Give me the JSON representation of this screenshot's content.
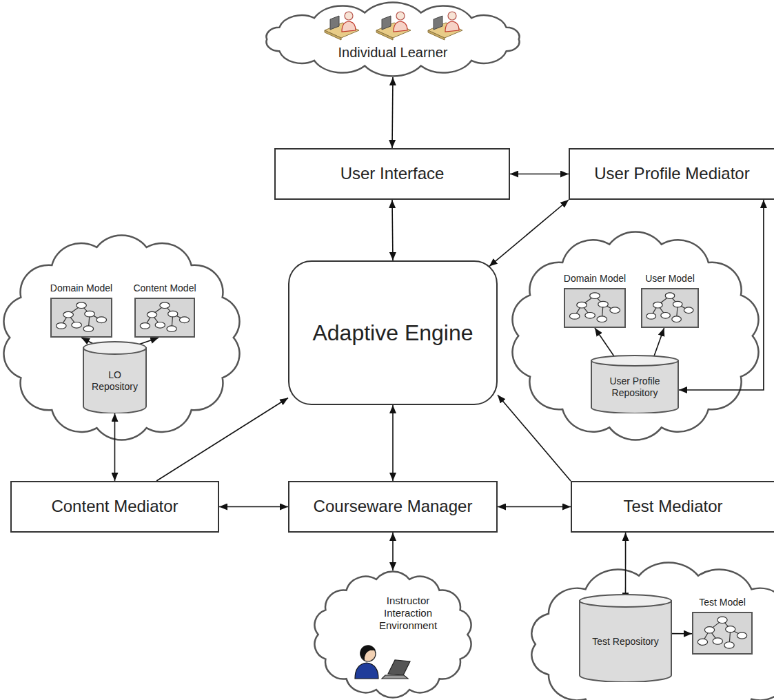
{
  "diagram": {
    "nodes": [
      {
        "text": [
          "Individual Learner"
        ]
      },
      {
        "text": [
          "User Interface"
        ]
      },
      {
        "text": [
          "User Profile Mediator"
        ]
      },
      {
        "text": [
          "Domain Model"
        ]
      },
      {
        "text": [
          "Content Model"
        ]
      },
      {
        "text": [
          "LO Repository"
        ]
      },
      {
        "text": [
          "Adaptive Engine"
        ]
      },
      {
        "text": [
          "Domain Model"
        ]
      },
      {
        "text": [
          "User Model"
        ]
      },
      {
        "text": [
          "User Profile Repository"
        ]
      },
      {
        "text": [
          "Content Mediator"
        ]
      },
      {
        "text": [
          "Courseware Manager"
        ]
      },
      {
        "text": [
          "Test Mediator"
        ]
      },
      {
        "text": [
          "Instructor Interaction Environment"
        ]
      },
      {
        "text": [
          "Test Repository"
        ]
      },
      {
        "text": [
          "Test Model"
        ]
      }
    ],
    "edges": [
      {
        "from": 0,
        "to": 1,
        "arrow": "both"
      },
      {
        "from": 1,
        "to": 2,
        "arrow": "both"
      },
      {
        "from": 1,
        "to": 6,
        "arrow": "both"
      },
      {
        "from": 2,
        "to": 6,
        "arrow": "both"
      },
      {
        "from": 5,
        "to": 3,
        "arrow": "to"
      },
      {
        "from": 5,
        "to": 4,
        "arrow": "to"
      },
      {
        "from": 2,
        "to": 9,
        "arrow": "both"
      },
      {
        "from": 9,
        "to": 7,
        "arrow": "to"
      },
      {
        "from": 9,
        "to": 8,
        "arrow": "to"
      },
      {
        "from": 10,
        "to": 5,
        "arrow": "both"
      },
      {
        "from": 10,
        "to": 6,
        "arrow": "to"
      },
      {
        "from": 12,
        "to": 6,
        "arrow": "to"
      },
      {
        "from": 6,
        "to": 11,
        "arrow": "both"
      },
      {
        "from": 10,
        "to": 11,
        "arrow": "both"
      },
      {
        "from": 11,
        "to": 12,
        "arrow": "both"
      },
      {
        "from": 11,
        "to": 13,
        "arrow": "both"
      },
      {
        "from": 12,
        "to": 14,
        "arrow": "both"
      },
      {
        "from": 14,
        "to": 15,
        "arrow": "to"
      }
    ]
  }
}
